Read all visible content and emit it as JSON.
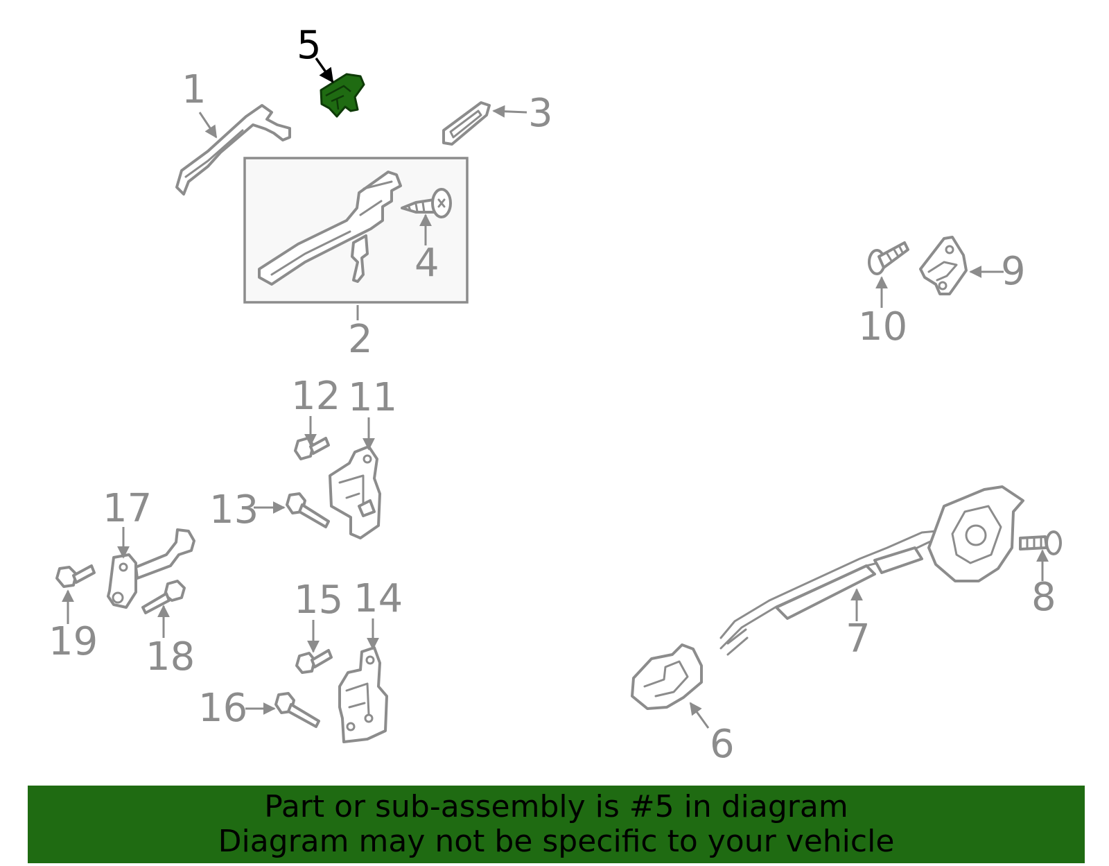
{
  "callouts": {
    "c1": "1",
    "c2": "2",
    "c3": "3",
    "c4": "4",
    "c5": "5",
    "c6": "6",
    "c7": "7",
    "c8": "8",
    "c9": "9",
    "c10": "10",
    "c11": "11",
    "c12": "12",
    "c13": "13",
    "c14": "14",
    "c15": "15",
    "c16": "16",
    "c17": "17",
    "c18": "18",
    "c19": "19"
  },
  "highlighted_part": "5",
  "colors": {
    "highlight": "#1f6b12",
    "line_art": "#8c8c8c",
    "banner_bg": "#1f6b12"
  },
  "banner": {
    "line1": "Part or sub-assembly is #5 in diagram",
    "line2": "Diagram may not be specific to your vehicle"
  }
}
